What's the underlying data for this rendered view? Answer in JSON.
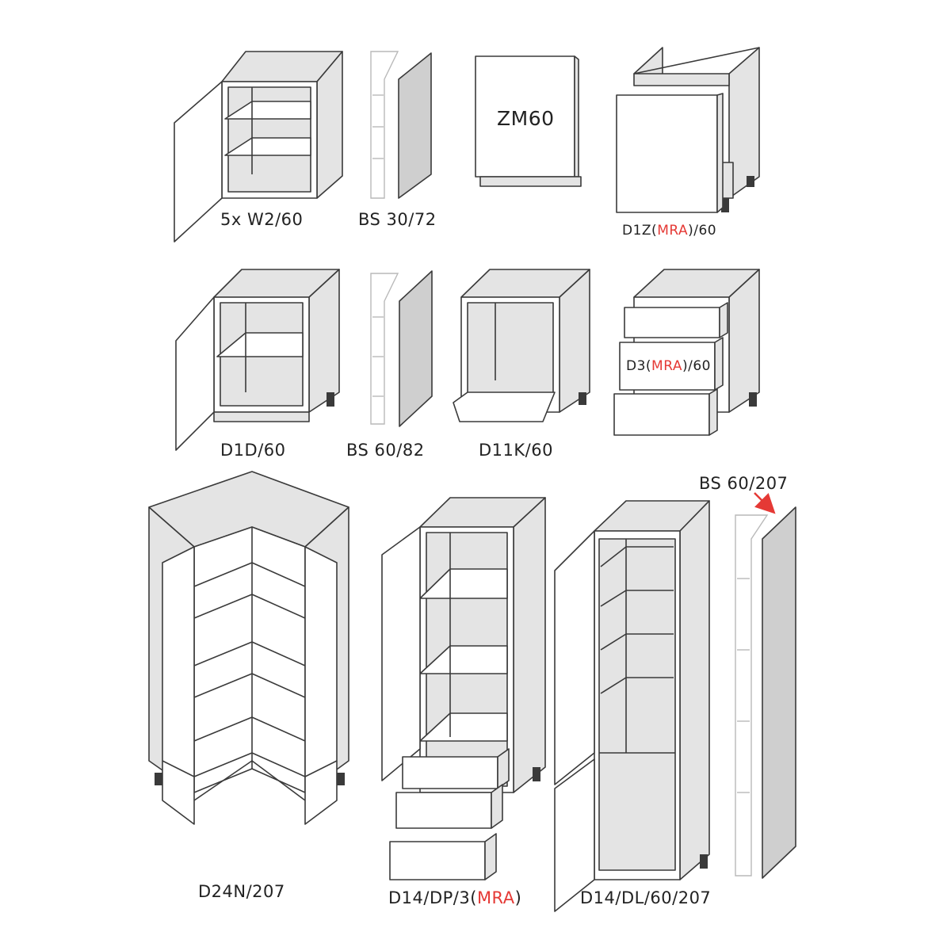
{
  "accent_color": "#e53935",
  "items": [
    {
      "id": "w2",
      "label": "5x W2/60"
    },
    {
      "id": "bs30",
      "label": "BS 30/72"
    },
    {
      "id": "zm60",
      "label": "ZM60"
    },
    {
      "id": "d1z",
      "label_parts": [
        "D1Z(",
        "MRA",
        ")/60"
      ]
    },
    {
      "id": "d1d",
      "label": "D1D/60"
    },
    {
      "id": "bs60_82",
      "label": "BS 60/82"
    },
    {
      "id": "d11k",
      "label": "D11K/60"
    },
    {
      "id": "d3",
      "label_parts": [
        "D3(",
        "MRA",
        ")/60"
      ]
    },
    {
      "id": "d24n",
      "label": "D24N/207"
    },
    {
      "id": "d14dp",
      "label_parts": [
        "D14/DP/3(",
        "MRA",
        ")"
      ]
    },
    {
      "id": "d14dl",
      "label": "D14/DL/60/207"
    },
    {
      "id": "bs60_207",
      "label": "BS 60/207"
    }
  ]
}
